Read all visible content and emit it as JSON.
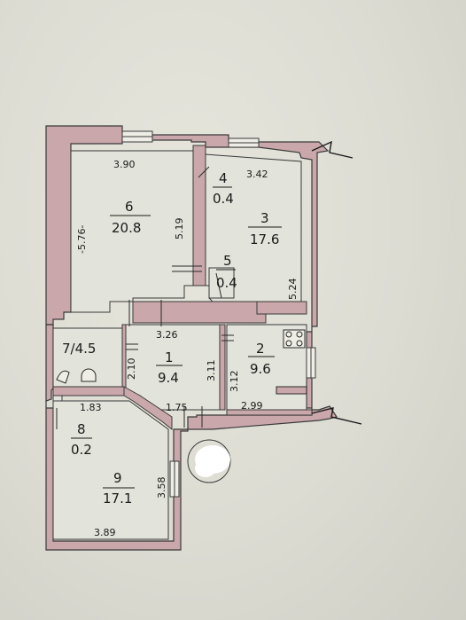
{
  "rooms": [
    {
      "id": "room-6",
      "number": "6",
      "area": "20.8"
    },
    {
      "id": "room-4",
      "number": "4",
      "area": "0.4"
    },
    {
      "id": "room-3",
      "number": "3",
      "area": "17.6"
    },
    {
      "id": "room-5",
      "number": "5",
      "area": "0.4"
    },
    {
      "id": "room-7",
      "label": "7/4.5"
    },
    {
      "id": "room-1",
      "number": "1",
      "area": "9.4"
    },
    {
      "id": "room-2",
      "number": "2",
      "area": "9.6"
    },
    {
      "id": "room-8",
      "number": "8",
      "area": "0.2"
    },
    {
      "id": "room-9",
      "number": "9",
      "area": "17.1"
    }
  ],
  "dimensions": {
    "room6_width": "3.90",
    "room6_length": "-5.76-",
    "room6_side": "5.19",
    "room3_width": "3.42",
    "room3_side": "5.24",
    "hall_width": "3.26",
    "room7_side": "2.10",
    "room1_side": "3.11",
    "room2_side": "3.12",
    "room2_width": "2.99",
    "corridor_left": "1.83",
    "corridor_right": "1.75",
    "room9_side": "3.58",
    "room9_width": "3.89"
  },
  "colors": {
    "wall": "#c9a7aa",
    "wall_stroke": "#3a3a3a",
    "room_fill": "#e2e3da"
  }
}
